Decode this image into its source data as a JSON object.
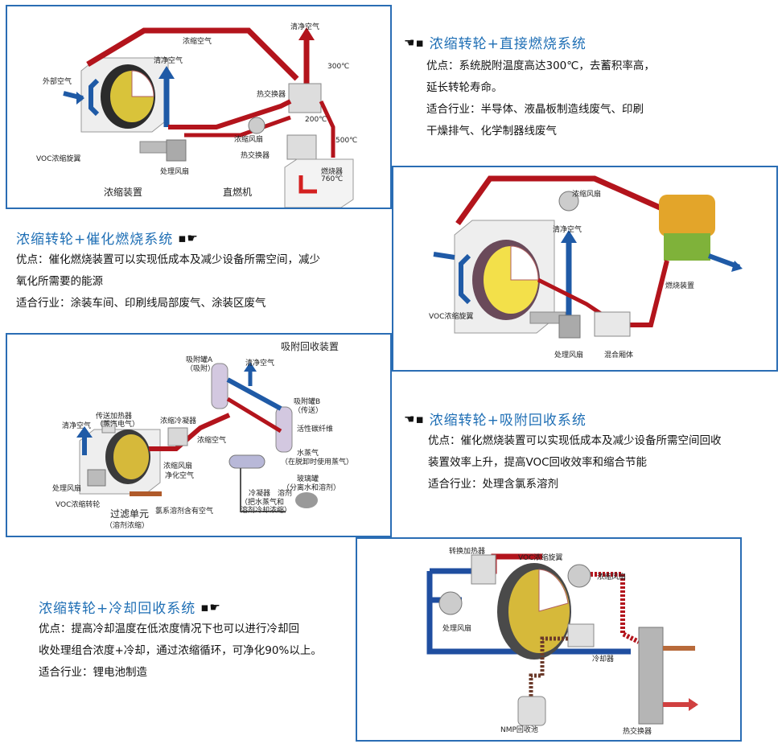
{
  "sections": [
    {
      "title": "浓缩转轮+直接燃烧系统",
      "advantage": [
        "优点：系统脱附温度高达300℃，去蓄积率高，",
        "延长转轮寿命。"
      ],
      "industry": [
        "适合行业：半导体、液晶板制造线废气、印刷",
        "干燥排气、化学制器线废气"
      ]
    },
    {
      "title": "浓缩转轮+催化燃烧系统",
      "advantage": [
        "优点：催化燃烧装置可以实现低成本及减少设备所需空间，减少",
        "氧化所需要的能源"
      ],
      "industry": [
        "适合行业：涂装车间、印刷线局部废气、涂装区废气"
      ]
    },
    {
      "title": "浓缩转轮+吸附回收系统",
      "advantage": [
        "优点：催化燃烧装置可以实现低成本及减少设备所需空间回收",
        "装置效率上升，提高VOC回收效率和缩合节能"
      ],
      "industry": [
        "适合行业：处理含氯系溶剂"
      ]
    },
    {
      "title": "浓缩转轮+冷却回收系统",
      "advantage": [
        "优点：提高冷却温度在低浓度情况下也可以进行冷却回",
        "收处理组合浓度+冷却，通过浓缩循环，可净化90%以上。"
      ],
      "industry": [
        "适合行业：锂电池制造"
      ]
    }
  ],
  "diagram1": {
    "concentrated_air": "浓缩空气",
    "clean_air_top": "清净空气",
    "clean_air": "清净空气",
    "outside_air": "外部空气",
    "heat_exchanger_a": "热交换器",
    "temp_300": "300℃",
    "temp_200": "200℃",
    "temp_500": "500℃",
    "concentration_fan": "浓缩风扇",
    "heat_exchanger_b": "热交换器",
    "voc_wheel": "VOC浓缩旋翼",
    "process_fan": "处理风扇",
    "burner": "燃烧器",
    "temp_760": "760℃",
    "concentration_unit": "浓缩装置",
    "direct_burner": "直燃机"
  },
  "diagram2": {
    "concentration_fan": "浓缩风扇",
    "clean_air": "清净空气",
    "combustion_unit": "燃烧装置",
    "voc_wheel": "VOC浓缩旋翼",
    "process_fan": "处理风扇",
    "mixing_box": "混合厢体"
  },
  "diagram3": {
    "title": "吸附回收装置",
    "tank_a": "吸附罐A",
    "tank_a_sub": "（吸附）",
    "clean_air_top": "清净空气",
    "tank_b": "吸附罐B",
    "tank_b_sub": "（传送）",
    "heater": "传送加热器",
    "heater_sub": "（蒸汽电气）",
    "clean_air_left": "清净空气",
    "cooler": "浓缩冷凝器",
    "carbon_fiber": "活性碳纤维",
    "concentrated_air": "浓缩空气",
    "steam": "水蒸气",
    "steam_sub": "（在脱卸时使用蒸气）",
    "concentration_fan": "浓缩风扇",
    "purified_air": "净化空气",
    "glass_tank": "玻璃罐",
    "glass_tank_sub": "（分离水和溶剂）",
    "process_fan": "处理风扇",
    "condenser": "冷凝器",
    "condenser_sub1": "（把水蒸气和",
    "condenser_sub2": "溶剂冷却浓缩）",
    "solvent": "溶剂",
    "voc_wheel": "VOC浓缩转轮",
    "chlorine_air": "氯系溶剂含有空气",
    "filter_unit": "过滤单元",
    "filter_unit_sub": "（溶剂浓缩）"
  },
  "diagram4": {
    "wheel_heater": "转换加热器",
    "voc_wheel": "VOC浓缩旋翼",
    "concentration_fan": "浓缩风扇",
    "process_fan": "处理风扇",
    "cooler": "冷却器",
    "nmp_tank": "NMP回收池",
    "heat_exchanger": "热交换器"
  }
}
